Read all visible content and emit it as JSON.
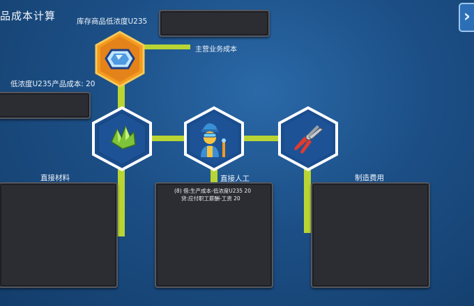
{
  "title": "品成本计算",
  "inventory": {
    "label": "库存商品低浓度U235",
    "value": ""
  },
  "main_cost": {
    "label": "主营业务成本"
  },
  "product_cost": {
    "label": "低浓度U235产品成本: 20",
    "value": ""
  },
  "categories": {
    "materials": {
      "label": "直接材料",
      "icon": "green-crystal-ore-icon",
      "entries": []
    },
    "labor": {
      "label": "直接人工",
      "icon": "worker-welder-icon",
      "entries": [
        "(8) 借:生产成本-低浓度U235    20",
        "贷:应付职工薪酬-工资    20"
      ]
    },
    "overhead": {
      "label": "制造费用",
      "icon": "pliers-icon",
      "entries": []
    }
  },
  "top_node_icon": "blue-gem-icon",
  "close_icon": "chevron-right-icon",
  "colors": {
    "connector": "#b9d533",
    "panel": "#2b2d33",
    "hex_border": "#ffffff",
    "hex_fill": "#1a4d8e",
    "top_hex": "#f39b1f"
  }
}
